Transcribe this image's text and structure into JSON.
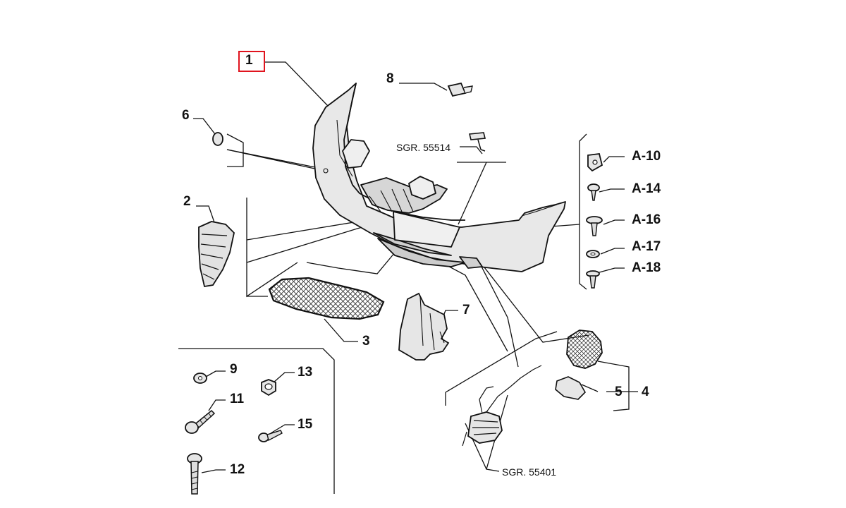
{
  "highlighted_callout": "1",
  "callouts": {
    "c1": "1",
    "c2": "2",
    "c3": "3",
    "c4": "4",
    "c5": "5",
    "c6": "6",
    "c7": "7",
    "c8": "8",
    "c9": "9",
    "c11": "11",
    "c12": "12",
    "c13": "13",
    "c15": "15",
    "a10": "A-10",
    "a14": "A-14",
    "a16": "A-16",
    "a17": "A-17",
    "a18": "A-18"
  },
  "references": {
    "sgr_55514": "SGR. 55514",
    "sgr_55401": "SGR. 55401"
  },
  "colors": {
    "highlight": "#e0141e",
    "ink": "#111111",
    "part_fill": "#e6e6e6"
  }
}
